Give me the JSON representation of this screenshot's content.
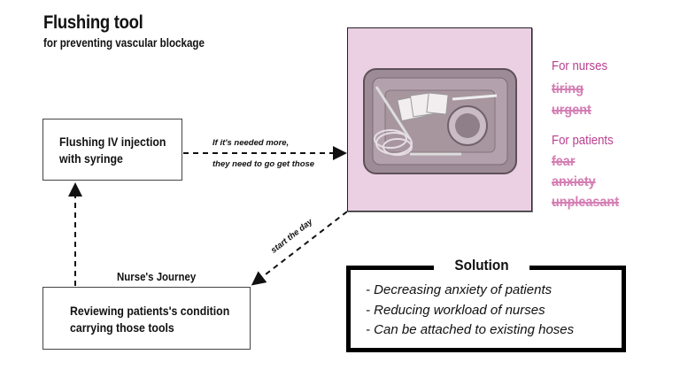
{
  "header": {
    "title": "Flushing tool",
    "subtitle": "for preventing vascular blockage"
  },
  "flow": {
    "box_top": {
      "line1": "Flushing IV injection",
      "line2": "with syringe"
    },
    "box_bottom": {
      "line1": "Reviewing patients's condition",
      "line2": "carrying those tools"
    },
    "journey_label": "Nurse's Journey",
    "arrow_right_note_top": "If it's needed more,",
    "arrow_right_note_bottom": "they need to go get those",
    "diagonal_note": "start the day"
  },
  "photo": {
    "description": "stainless steel tray with syringes, tubes and packets"
  },
  "pain_points": {
    "nurses_heading": "For nurses",
    "nurses_items": [
      "tiring",
      "urgent"
    ],
    "patients_heading": "For patients",
    "patients_items": [
      "fear",
      "anxiety",
      "unpleasant"
    ],
    "colors": {
      "heading": "#b8408f",
      "strike": "#d47fb4"
    }
  },
  "solution": {
    "title": "Solution",
    "items": [
      "- Decreasing anxiety of patients",
      "- Reducing workload of nurses",
      "- Can be attached to existing hoses"
    ]
  }
}
